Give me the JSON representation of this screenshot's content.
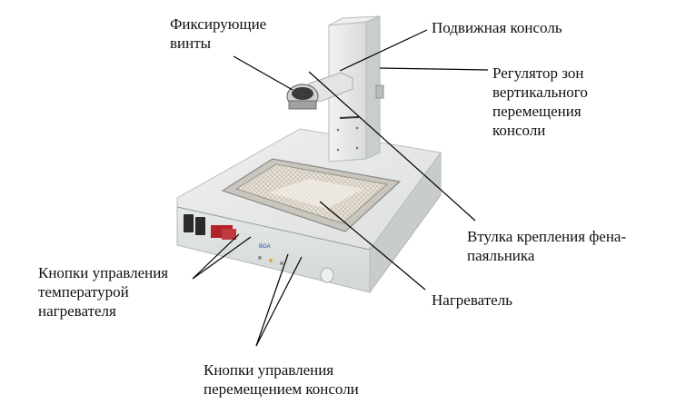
{
  "labels": {
    "fixing_screws": "Фиксирующие\nвинты",
    "movable_console": "Подвижная консоль",
    "zone_regulator": "Регулятор зон\nвертикального\nперемещения\nконсоли",
    "hairdryer_sleeve": "Втулка крепления фена-\nпаяльника",
    "heater": "Нагреватель",
    "temp_buttons": "Кнопки управления\nтемпературой\nнагревателя",
    "console_buttons": "Кнопки управления\nперемещением консоли"
  },
  "device": {
    "brand_mark": "BGA"
  },
  "colors": {
    "body": "#e4e7e6",
    "body_shadow": "#c9cdcc",
    "heater_grid": "#d9d4cc",
    "display": "#b3232b",
    "lines": "#000000"
  }
}
